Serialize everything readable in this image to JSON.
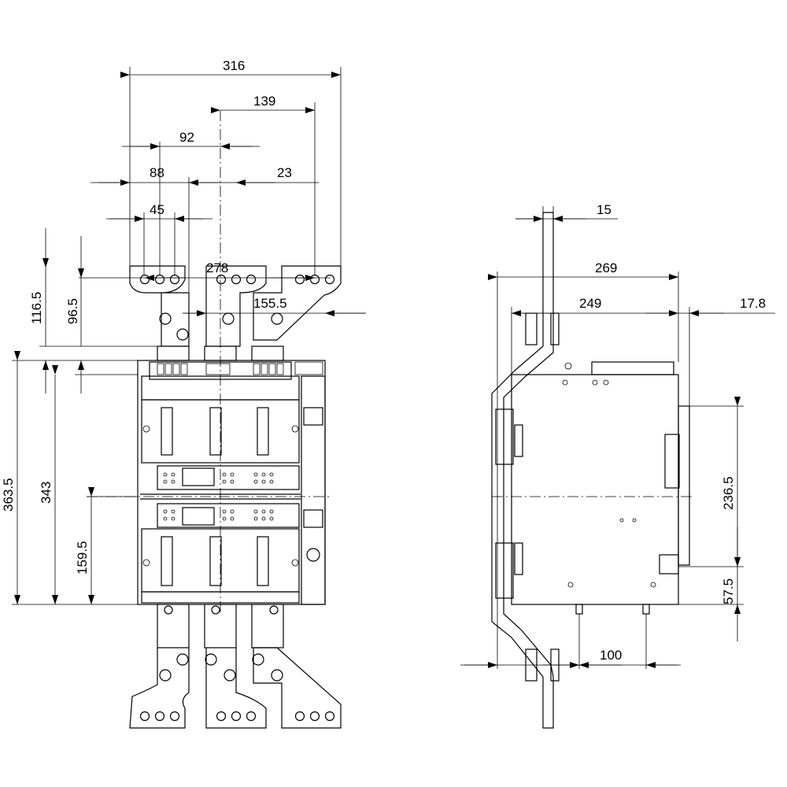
{
  "front_view": {
    "dims": {
      "d316": "316",
      "d139": "139",
      "d92": "92",
      "d88": "88",
      "d23": "23",
      "d45": "45",
      "d278": "278",
      "d155_5": "155.5",
      "d116_5": "116.5",
      "d96_5": "96.5",
      "d363_5": "363.5",
      "d343": "343",
      "d159_5": "159.5"
    }
  },
  "side_view": {
    "dims": {
      "d15": "15",
      "d269": "269",
      "d249": "249",
      "d17_8": "17.8",
      "d236_5": "236.5",
      "d57_5": "57.5",
      "d100": "100"
    }
  }
}
